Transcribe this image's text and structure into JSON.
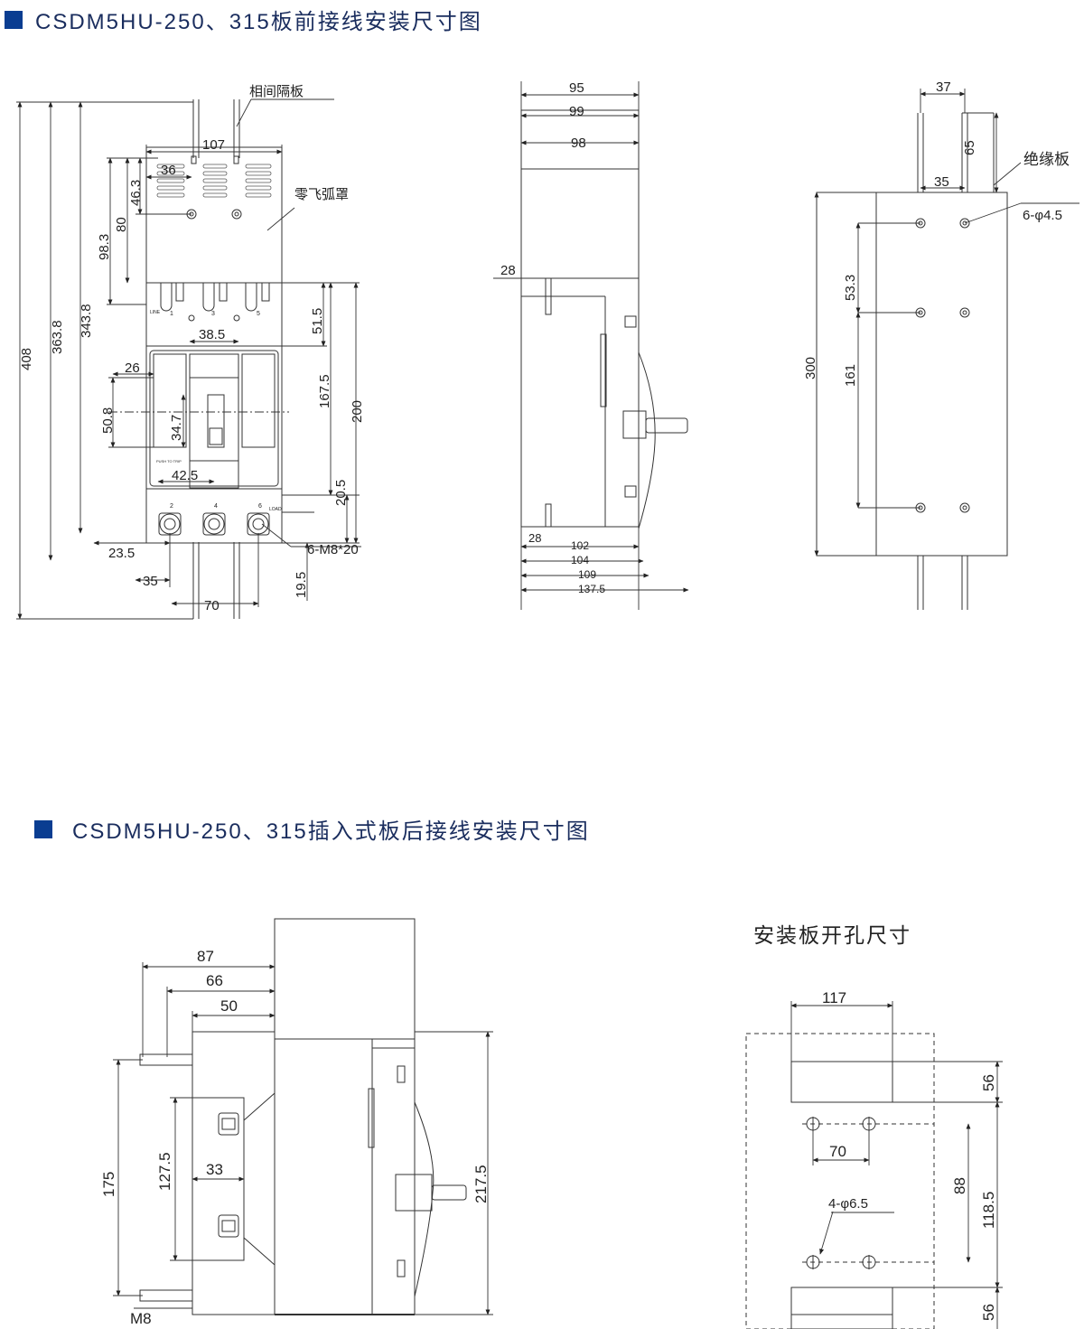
{
  "headers": {
    "front": "CSDM5HU-250、315板前接线安装尺寸图",
    "rear": "CSDM5HU-250、315插入式板后接线安装尺寸图",
    "cutout": "安装板开孔尺寸"
  },
  "front_view": {
    "labels": {
      "partition": "相间隔板",
      "arc_cover": "零飞弧罩",
      "screw": "6-M8*20",
      "line": "LINE",
      "load": "LOAD",
      "push": "PUSH TO TRIP"
    },
    "terminals_top": [
      "1",
      "3",
      "5"
    ],
    "terminals_bottom": [
      "2",
      "4",
      "6"
    ],
    "dims": {
      "d107": "107",
      "d36": "36",
      "d46_3": "46.3",
      "d80": "80",
      "d98_3": "98.3",
      "d408": "408",
      "d363_8": "363.8",
      "d343_8": "343.8",
      "d51_5": "51.5",
      "d38_5": "38.5",
      "d26": "26",
      "d50_8": "50.8",
      "d34_7": "34.7",
      "d167_5": "167.5",
      "d200": "200",
      "d42_5": "42.5",
      "d20_5": "20.5",
      "d23_5": "23.5",
      "d35": "35",
      "d19_5": "19.5",
      "d70": "70"
    }
  },
  "side_view": {
    "dims": {
      "d95": "95",
      "d99": "99",
      "d98": "98",
      "d28a": "28",
      "d28b": "28",
      "d102": "102",
      "d104": "104",
      "d109": "109",
      "d137_5": "137.5"
    }
  },
  "rear_view": {
    "labels": {
      "insulation": "绝缘板",
      "holes": "6-φ4.5"
    },
    "dims": {
      "d37": "37",
      "d65": "65",
      "d35": "35",
      "d53_3": "53.3",
      "d161": "161",
      "d300": "300"
    }
  },
  "plugin_view": {
    "dims": {
      "d87": "87",
      "d66": "66",
      "d50": "50",
      "d175": "175",
      "d127_5": "127.5",
      "d33": "33",
      "d217_5": "217.5",
      "m8": "M8"
    }
  },
  "cutout_view": {
    "dims": {
      "d117": "117",
      "d56a": "56",
      "d56b": "56",
      "d70": "70",
      "d88": "88",
      "d118_5": "118.5",
      "holes": "4-φ6.5"
    }
  }
}
